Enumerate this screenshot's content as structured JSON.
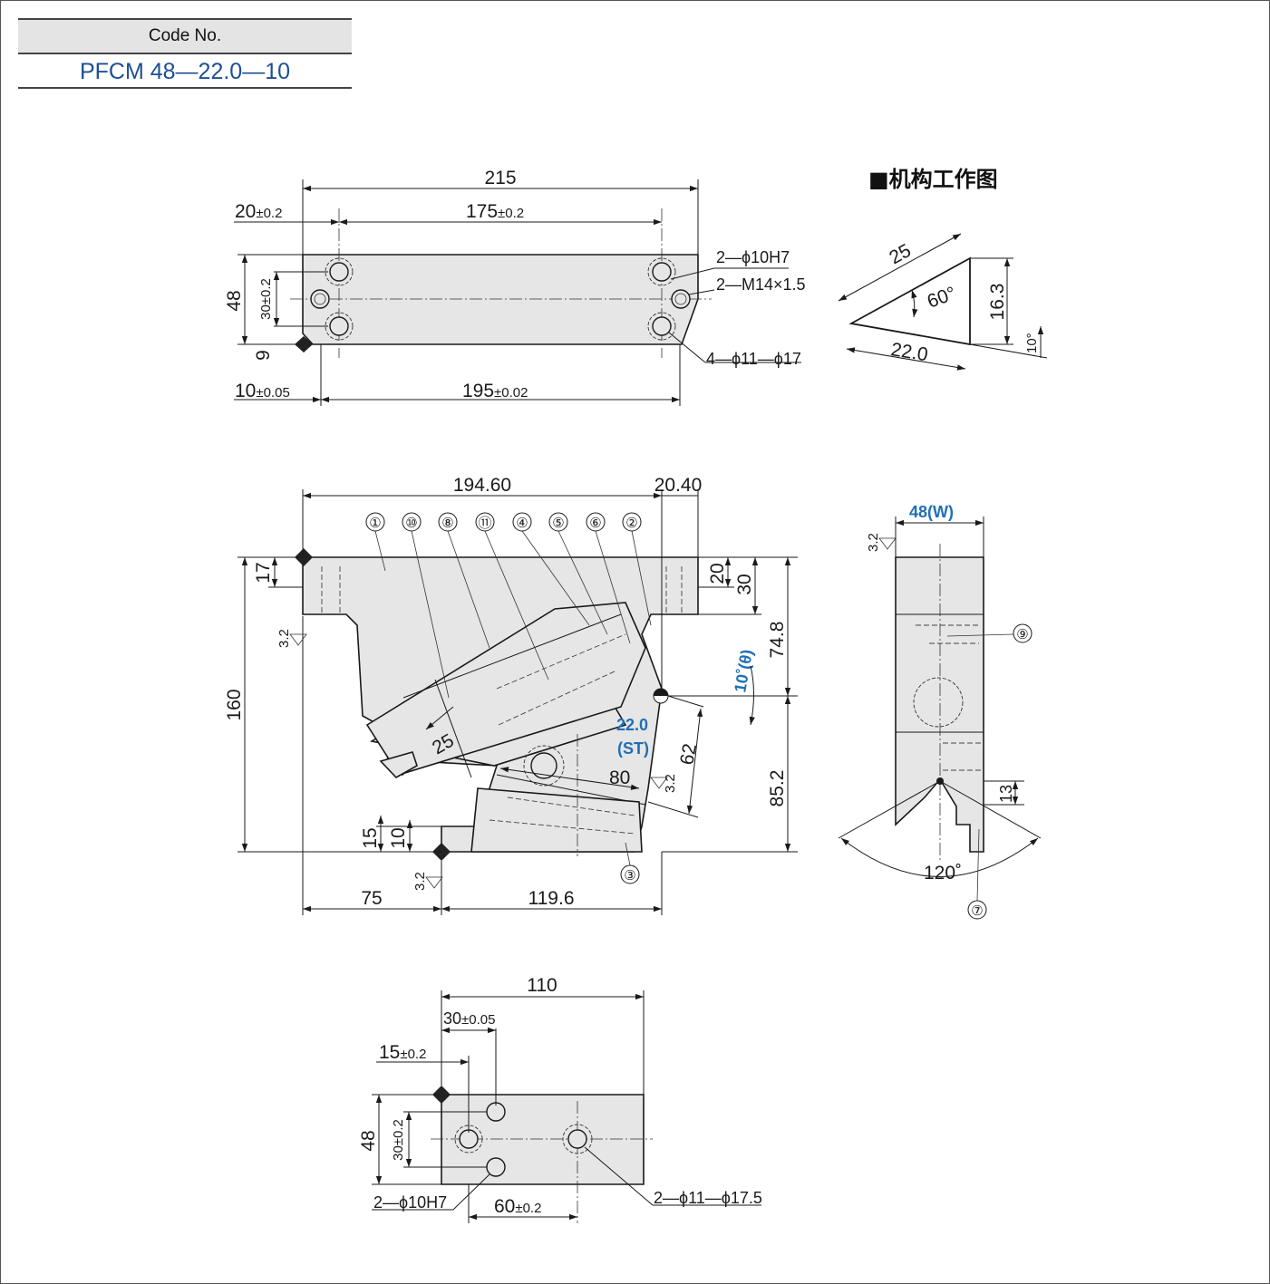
{
  "code_box": {
    "header": "Code No.",
    "value": "PFCM 48—22.0—10"
  },
  "mechanism": {
    "title": "■机构工作图",
    "hyp": "25",
    "angle": "60°",
    "height": "16.3",
    "base": "22.0",
    "tilt": "10°"
  },
  "top_view": {
    "overall": "215",
    "left_offset": "20",
    "left_offset_tol": "±0.2",
    "pitch": "175",
    "pitch_tol": "±0.2",
    "height": "48",
    "hole_pitch": "30±0.2",
    "edge": "9",
    "bottom_offset": "10",
    "bottom_offset_tol": "±0.05",
    "bottom_pitch": "195",
    "bottom_pitch_tol": "±0.02",
    "callout_pin": "2—ϕ10H7",
    "callout_thread": "2—M14×1.5",
    "callout_bolt": "4—ϕ11—ϕ17"
  },
  "front_view": {
    "width_a": "194.60",
    "width_b": "20.40",
    "h17": "17",
    "h20": "20",
    "h30": "30",
    "h74": "74.8",
    "h85": "85.2",
    "h160": "160",
    "h15": "15",
    "h10": "10",
    "w75": "75",
    "w119": "119.6",
    "slot25": "25",
    "len80": "80",
    "len62": "62",
    "angle_label": "10˚(θ)",
    "stroke_value": "22.0",
    "stroke_tag": "(ST)",
    "roughness": "3.2",
    "balloons": [
      "①",
      "⑩",
      "⑧",
      "⑪",
      "④",
      "⑤",
      "⑥",
      "②",
      "③"
    ]
  },
  "side_view": {
    "width": "48",
    "width_tag": "(W)",
    "angle": "120˚",
    "h13": "13",
    "balloon_9": "⑨",
    "balloon_7": "⑦",
    "roughness": "3.2"
  },
  "bottom_view": {
    "overall": "110",
    "hole_x": "30",
    "hole_x_tol": "±0.05",
    "edge_x": "15",
    "edge_x_tol": "±0.2",
    "height": "48",
    "hole_pitch": "30±0.2",
    "pin_callout": "2—ϕ10H7",
    "bolt_callout": "2—ϕ11—ϕ17.5",
    "bolt_pitch": "60",
    "bolt_pitch_tol": "±0.2"
  },
  "colors": {
    "accent": "#1f6fb8",
    "part_fill": "#e6e6e6",
    "code_value": "#1d4f91"
  }
}
